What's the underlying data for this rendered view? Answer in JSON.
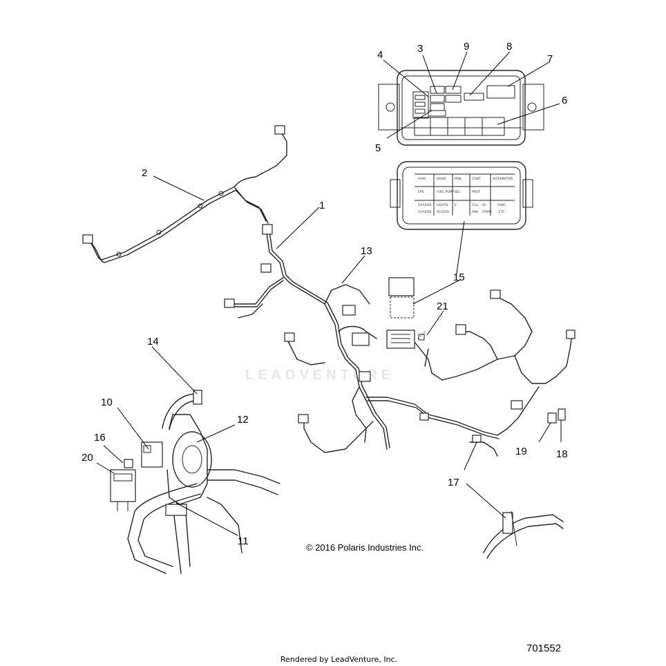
{
  "callouts": [
    "1",
    "2",
    "3",
    "4",
    "5",
    "6",
    "7",
    "8",
    "9",
    "10",
    "11",
    "12",
    "13",
    "14",
    "15",
    "16",
    "17",
    "18",
    "19",
    "20",
    "21"
  ],
  "fuse_box_labels": {
    "row1": [
      "HVAC",
      "DRIVE",
      "PRN",
      "CONT",
      "ALTERNATOR"
    ],
    "row2": [
      "EPS",
      "FUEL PUMP",
      "SEL",
      "PROT"
    ],
    "row3": [
      "CHASSIS",
      "LIGHTS",
      "E",
      "CHL",
      "AC",
      "HVAC"
    ],
    "row4": [
      "CHASSIS",
      "ACCESS",
      "FAN",
      "START",
      "ETC"
    ]
  },
  "watermark": "LEADVENTURE",
  "copyright": "© 2016 Polaris Industries Inc.",
  "rendered_by": "Rendered by LeadVenture, Inc.",
  "part_number": "701552"
}
